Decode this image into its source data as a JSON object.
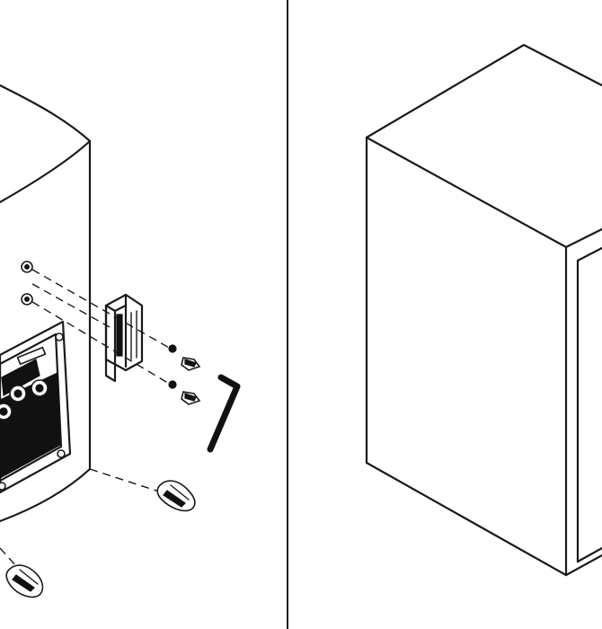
{
  "figure": {
    "panels": [
      {
        "id": "left",
        "parts": [
          "speaker-cabinet",
          "terminal-plate",
          "mounting-bracket",
          "screws",
          "hex-key",
          "rubber-feet"
        ]
      },
      {
        "id": "right",
        "parts": [
          "cabinet-box"
        ]
      }
    ],
    "colors": {
      "ink": "#1a1a1a",
      "background": "#ffffff"
    }
  }
}
